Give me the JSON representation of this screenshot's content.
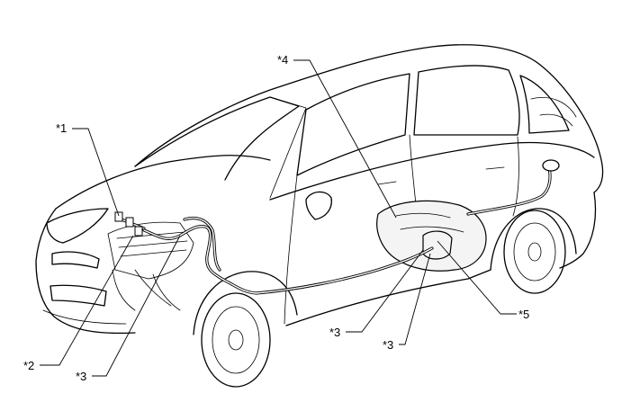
{
  "callouts": {
    "c1": "*1",
    "c2": "*2",
    "c3a": "*3",
    "c3b": "*3",
    "c3c": "*3",
    "c4": "*4",
    "c5": "*5"
  }
}
